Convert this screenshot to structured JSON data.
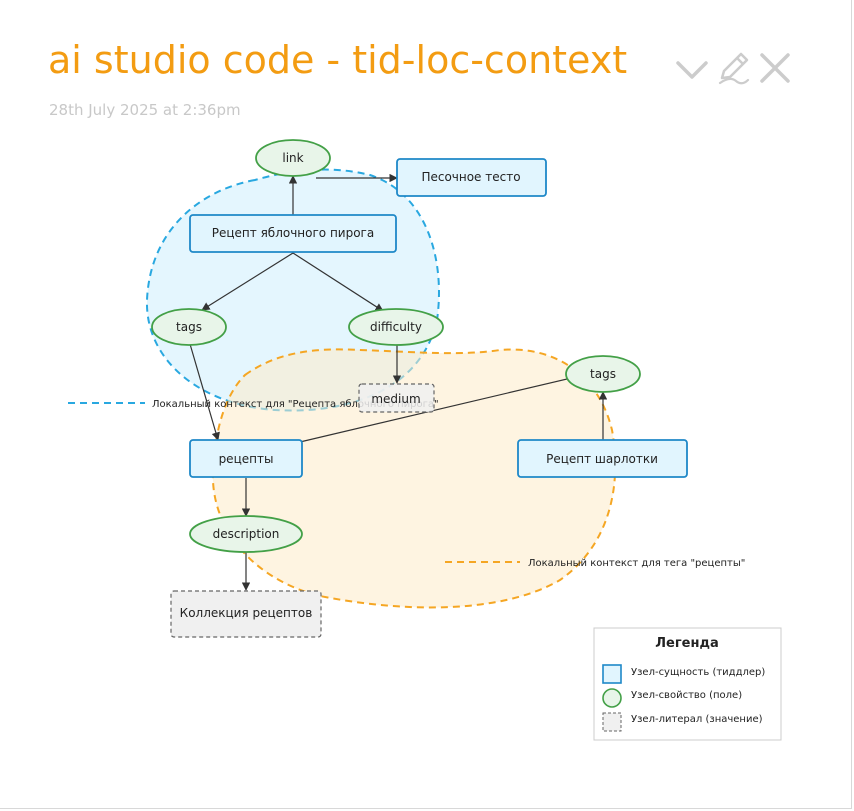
{
  "header": {
    "title": "ai studio code - tid-loc-context",
    "subtitle": "28th July 2025 at 2:36pm"
  },
  "toolbar": {
    "icons": [
      "chevron-down-icon",
      "pencil-icon",
      "close-icon"
    ],
    "color": "#cccccc"
  },
  "colors": {
    "title": "#f39c12",
    "entity_fill": "#e1f5fe",
    "entity_stroke": "#1e88c8",
    "property_fill": "#e8f5e9",
    "property_stroke": "#43a047",
    "literal_fill": "#f0f0f0",
    "literal_stroke": "#666666",
    "context_blue": "#29a8e0",
    "context_orange": "#f5a623"
  },
  "diagram": {
    "nodes": {
      "link": "link",
      "sand_dough": "Песочное тесто",
      "apple_pie": "Рецепт яблочного пирога",
      "tags_left": "tags",
      "difficulty": "difficulty",
      "medium": "medium",
      "recipes": "рецепты",
      "description": "description",
      "collection": "Коллекция рецептов",
      "tags_right": "tags",
      "charlotte": "Рецепт шарлотки"
    },
    "context_labels": {
      "apple_pie": "Локальный контекст для \"Рецепта яблочного пирога\"",
      "tag_recipes": "Локальный контекст для тега \"рецепты\""
    }
  },
  "legend": {
    "title": "Легенда",
    "items": [
      "Узел-сущность (тиддлер)",
      "Узел-свойство (поле)",
      "Узел-литерал (значение)"
    ]
  }
}
